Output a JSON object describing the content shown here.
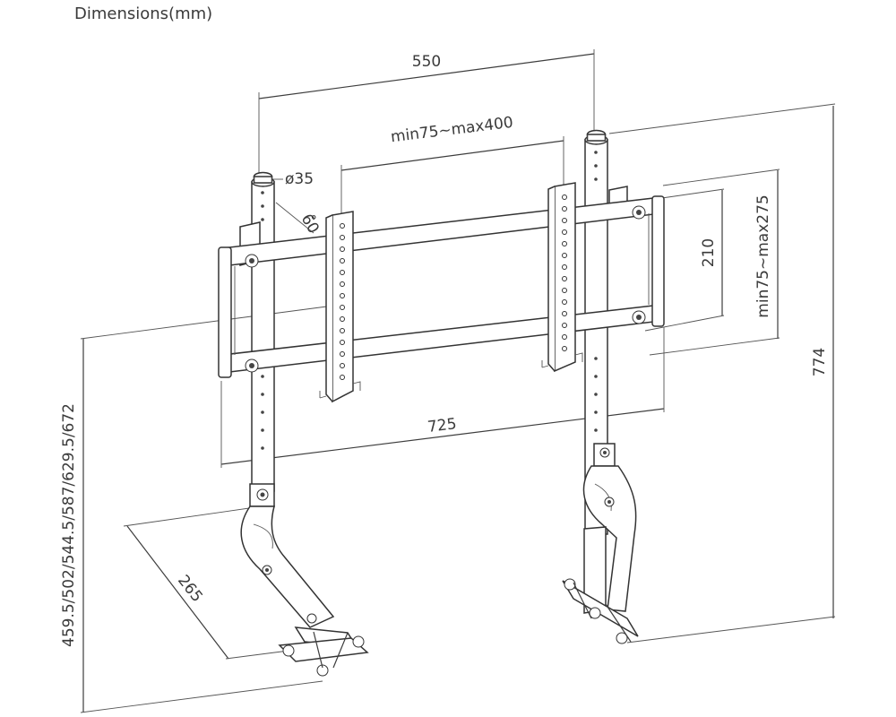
{
  "title": "Dimensions(mm)",
  "dimensions": {
    "pole_spacing": "550",
    "vesa_horizontal": "min75~max400",
    "pole_diameter": "ø35",
    "tilt_angle": "6̊0",
    "bracket_height": "210",
    "vesa_vertical": "min75~max275",
    "total_height": "774",
    "frame_width": "725",
    "adjustable_heights": "459.5/502/544.5/587/629.5/672",
    "foot_depth": "265"
  }
}
